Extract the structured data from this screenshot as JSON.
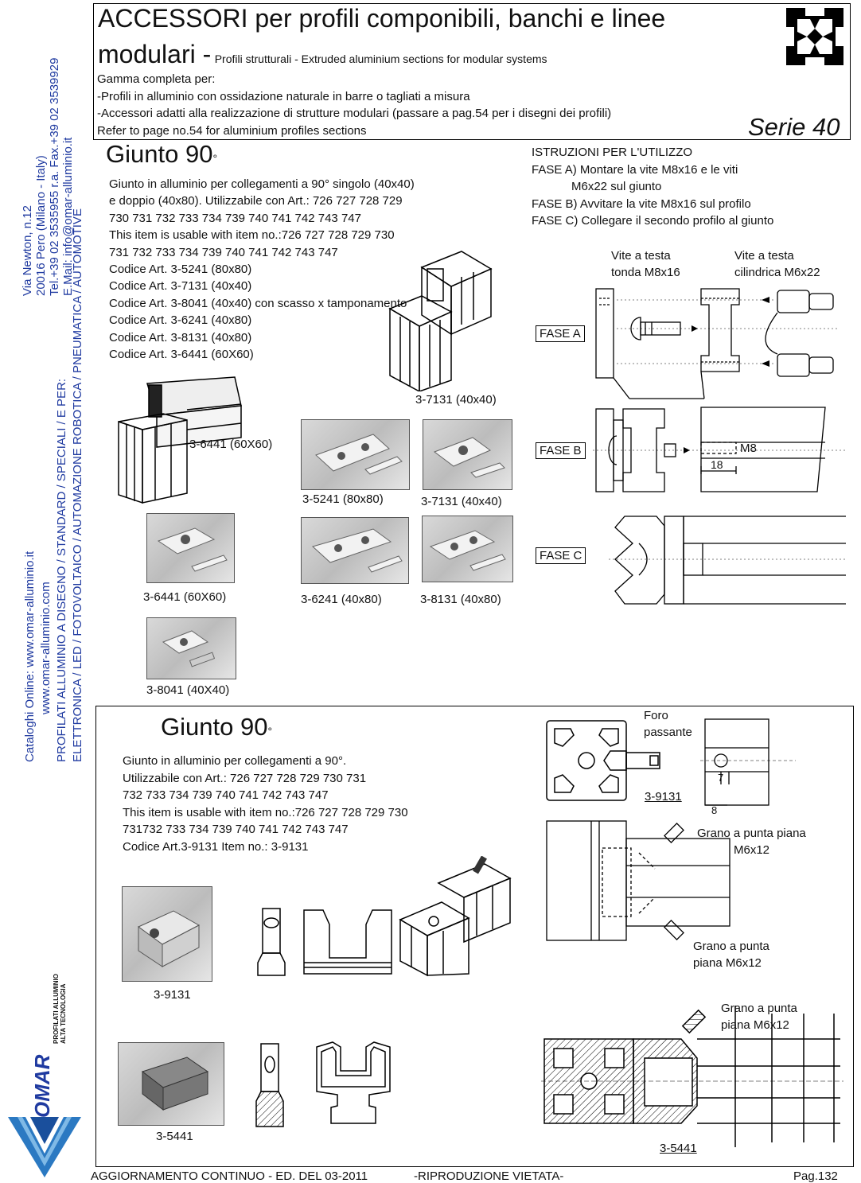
{
  "sidebar": {
    "address_lines": [
      "Via Newton, n.12",
      "20016 Pero (Milano - Italy)",
      "Tel.+39 02 3535955 r.a. Fax.+39 02 3539929",
      "E.Mail: info@omar-alluminio.it"
    ],
    "web_lines": [
      "Cataloghi Online: www.omar-alluminio.it",
      "www.omar-alluminio.com",
      "PROFILATI ALLUMINIO A DISEGNO / STANDARD / SPECIALI / E PER:",
      "ELETTRONICA / LED / FOTOVOLTAICO / AUTOMAZIONE ROBOTICA / PNEUMATICA / AUTOMOTIVE"
    ],
    "logo_text": "OMAR",
    "logo_sub1": "PROFILATI ALLUMINIO",
    "logo_sub2": "ALTA TECNOLOGIA"
  },
  "header": {
    "title_line1": "ACCESSORI per profili componibili, banchi e linee",
    "title_line2": "modulari -",
    "subtitle": "Profili strutturali - Extruded aluminium sections for modular systems",
    "lines": [
      "Gamma completa per:",
      "-Profili in alluminio con ossidazione naturale in barre o tagliati a misura",
      "-Accessori adatti alla realizzazione di strutture modulari (passare a pag.54 per i disegni dei profili)",
      "Refer to page no.54 for aluminium profiles sections"
    ],
    "series": "Serie 40"
  },
  "section1": {
    "title": "Giunto 90",
    "desc_lines": [
      "Giunto in alluminio per collegamenti a 90° singolo (40x40)",
      "e doppio (40x80). Utilizzabile con Art.: 726 727 728 729",
      "730 731 732 733 734 739 740 741 742 743 747",
      "This item is usable with item no.:726 727 728 729 730",
      "731 732 733 734 739 740 741 742 743 747",
      "Codice Art. 3-5241 (80x80)",
      "Codice Art. 3-7131 (40x40)",
      "Codice Art. 3-8041 (40x40) con scasso x tamponamento",
      "Codice Art. 3-6241 (40x80)",
      "Codice Art. 3-8131 (40x80)",
      "Codice Art. 3-6441 (60X60)"
    ],
    "instructions": {
      "title": "ISTRUZIONI PER L'UTILIZZO",
      "lines": [
        "FASE A) Montare la vite M8x16 e le viti",
        "M6x22 sul giunto",
        "FASE B) Avvitare la vite M8x16 sul profilo",
        "FASE C) Collegare il secondo profilo al giunto"
      ]
    },
    "screw1_l1": "Vite a testa",
    "screw1_l2": "tonda M8x16",
    "screw2_l1": "Vite a testa",
    "screw2_l2": "cilindrica M6x22",
    "fase_a": "FASE A",
    "fase_b": "FASE B",
    "fase_c": "FASE C",
    "dim_m8": "M8",
    "dim_18": "18",
    "photo_labels": {
      "p7131_top": "3-7131 (40x40)",
      "p6441_big": "3-6441 (60X60)",
      "p5241": "3-5241 (80x80)",
      "p7131": "3-7131 (40x40)",
      "p6441": "3-6441 (60X60)",
      "p6241": "3-6241 (40x80)",
      "p8131": "3-8131 (40x80)",
      "p8041": "3-8041 (40X40)"
    }
  },
  "section2": {
    "title": "Giunto 90",
    "desc_lines": [
      "Giunto in alluminio per collegamenti a 90°.",
      "Utilizzabile con Art.: 726 727 728 729 730 731",
      "732 733 734 739 740 741 742 743 747",
      "This item is usable with item no.:726 727 728 729 730",
      "731732 733 734 739 740 741 742 743 747",
      "Codice Art.3-9131  Item no.: 3-9131"
    ],
    "foro_l1": "Foro",
    "foro_l2": "passante",
    "label_9131_drawing": "3-9131",
    "dim_7": "7",
    "dim_8": "8",
    "grano1_l1": "Grano a punta piana",
    "grano1_l2": "M6x12",
    "grano2_l1": "Grano a punta",
    "grano2_l2": "piana M6x12",
    "grano3_l1": "Grano a punta",
    "grano3_l2": "piana M6x12",
    "photo_9131": "3-9131",
    "photo_5441": "3-5441",
    "label_5441_drawing": "3-5441"
  },
  "footer": {
    "left": "AGGIORNAMENTO CONTINUO - ED. DEL 03-2011",
    "middle": "-RIPRODUZIONE VIETATA-",
    "right": "Pag.132"
  }
}
